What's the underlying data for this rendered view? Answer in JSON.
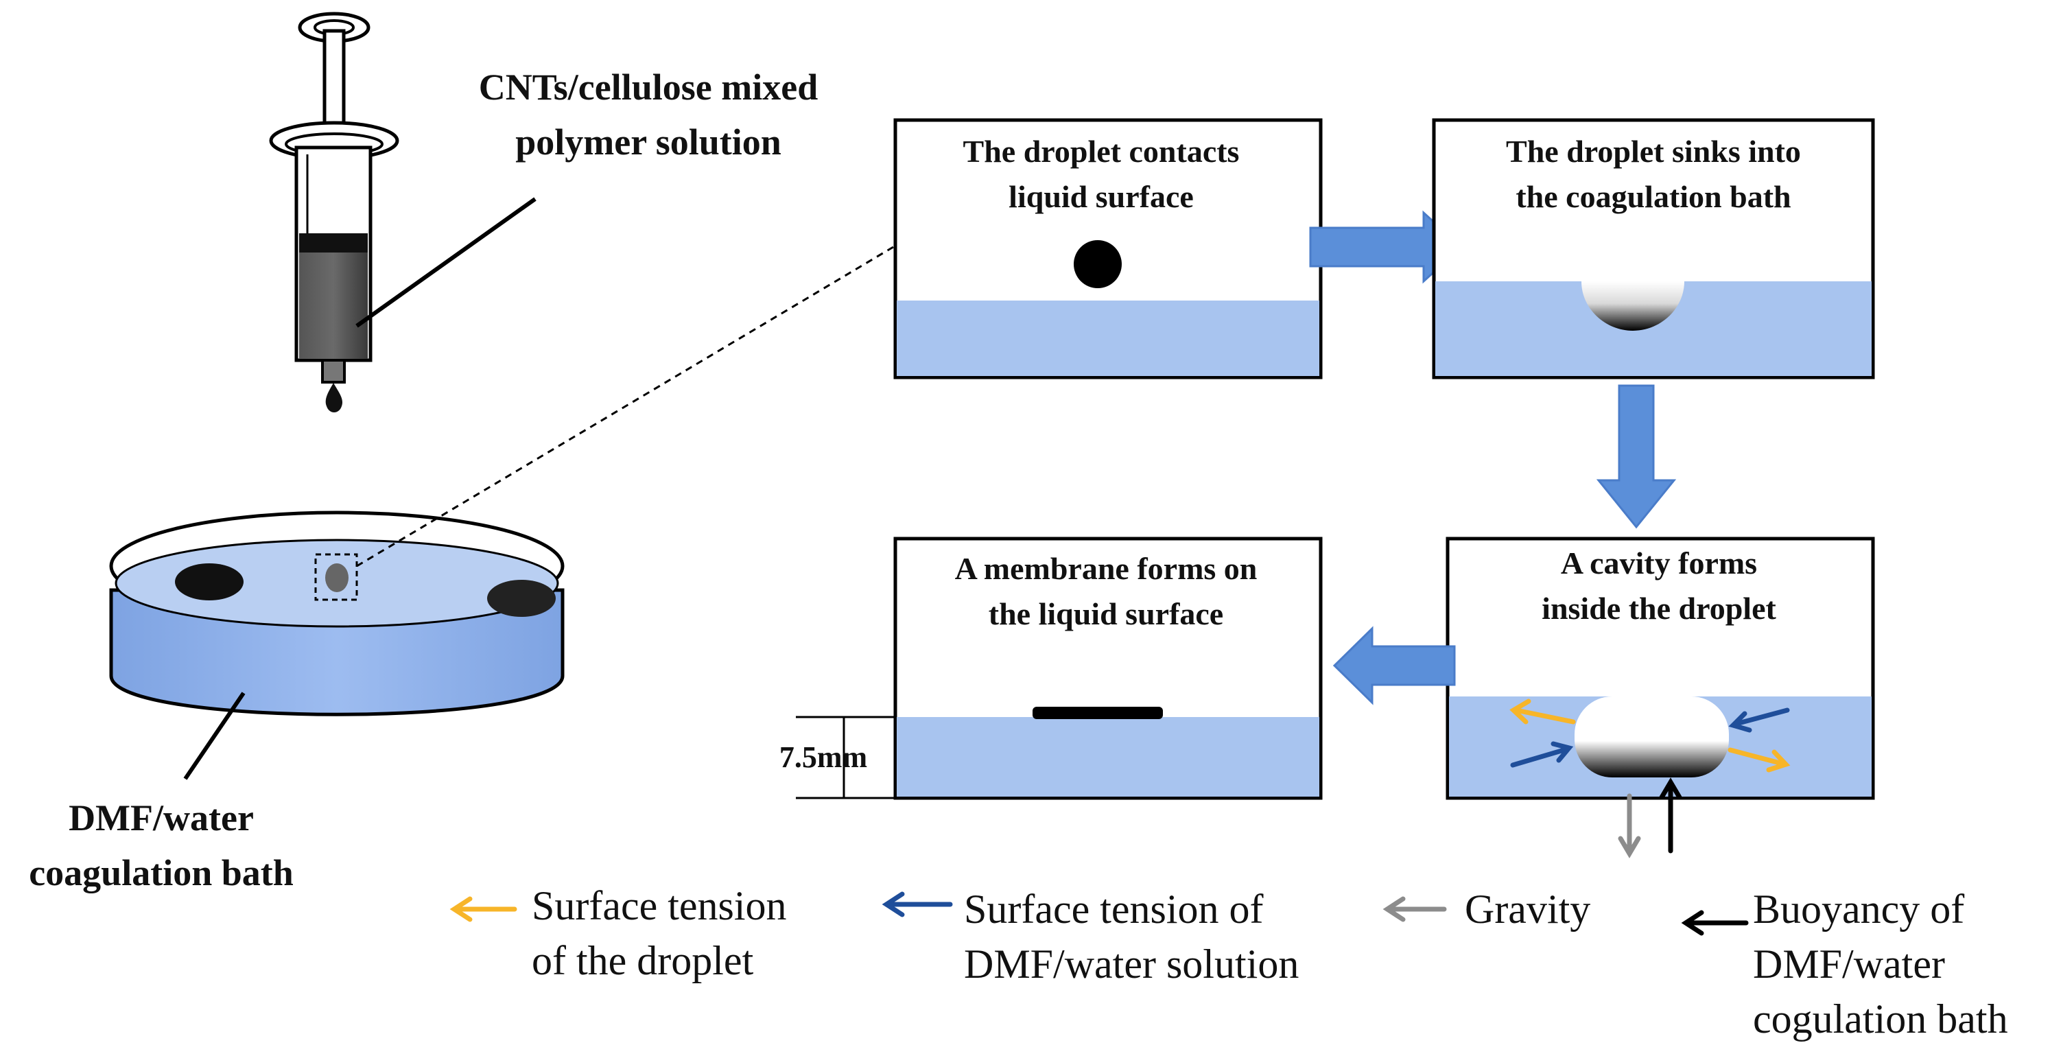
{
  "labels": {
    "syringe_line1": "CNTs/cellulose mixed",
    "syringe_line2": "polymer solution",
    "bath_line1": "DMF/water",
    "bath_line2": "coagulation bath"
  },
  "panels": {
    "p1": {
      "line1": "The droplet contacts",
      "line2": "liquid surface"
    },
    "p2": {
      "line1": "The droplet sinks into",
      "line2": "the coagulation bath"
    },
    "p3": {
      "line1": "A cavity forms",
      "line2": "inside the droplet"
    },
    "p4": {
      "line1": "A membrane forms on",
      "line2": "the liquid surface"
    }
  },
  "dimension": "7.5mm",
  "legend": {
    "yellow": {
      "line1": "Surface tension",
      "line2": "of the droplet"
    },
    "blue": {
      "line1": "Surface tension of",
      "line2": "DMF/water solution"
    },
    "gray": {
      "line1": "Gravity"
    },
    "black": {
      "line1": "Buoyancy of",
      "line2": "DMF/water",
      "line3": "cogulation bath"
    }
  },
  "colors": {
    "liquid": "#a8c4ef",
    "bath_fill": "#8fb0e8",
    "flow_arrow": "#5b8fd9",
    "yellow_arrow": "#f7b529",
    "blue_arrow": "#1f4e9a",
    "gray_arrow": "#8c8c8c",
    "black_arrow": "#000000"
  }
}
